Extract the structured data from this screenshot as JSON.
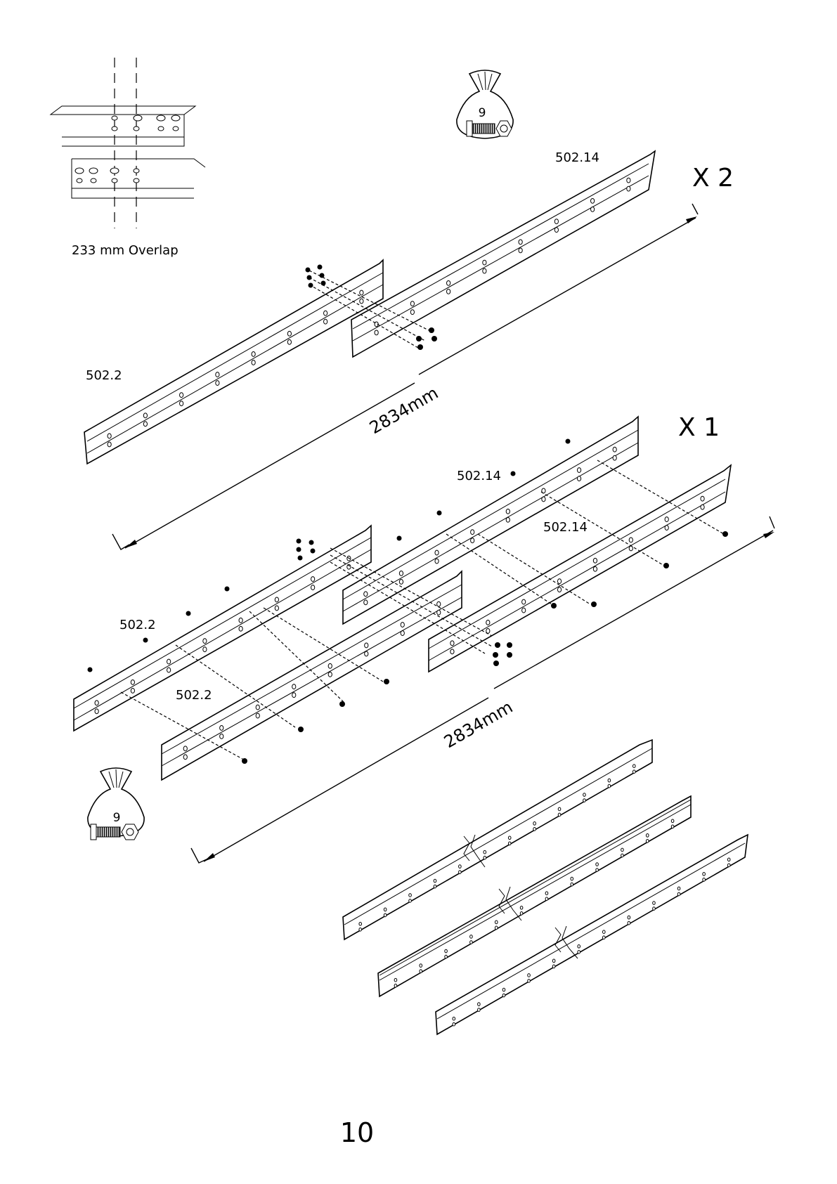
{
  "detail": {
    "overlap_label": "233  mm  Overlap"
  },
  "top_assembly": {
    "multiplier": "X  2",
    "part_a": "502.2",
    "part_b": "502.14",
    "length": "2834mm",
    "bag_number": "9"
  },
  "middle_assembly": {
    "multiplier": "X  1",
    "parts": [
      "502.14",
      "502.14",
      "502.2",
      "502.2"
    ],
    "length": "2834mm",
    "bag_number": "9"
  },
  "page_number": "10"
}
